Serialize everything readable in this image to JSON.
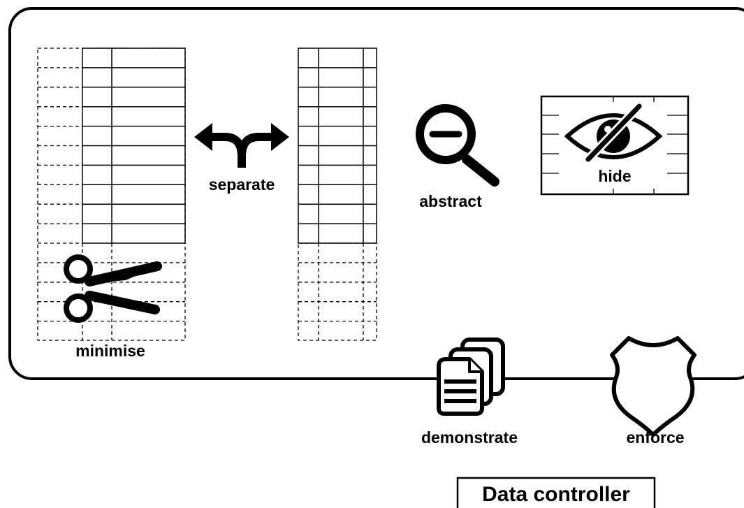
{
  "labels": {
    "minimise": "minimise",
    "separate": "separate",
    "abstract": "abstract",
    "hide": "hide",
    "demonstrate": "demonstrate",
    "enforce": "enforce"
  },
  "footer": {
    "title": "Data controller"
  },
  "icons": [
    "scissors-icon",
    "split-arrow-icon",
    "magnifier-minus-icon",
    "crossed-eye-icon",
    "documents-stack-icon",
    "shield-icon"
  ],
  "colors": {
    "stroke": "#000000",
    "background": "#ffffff"
  }
}
